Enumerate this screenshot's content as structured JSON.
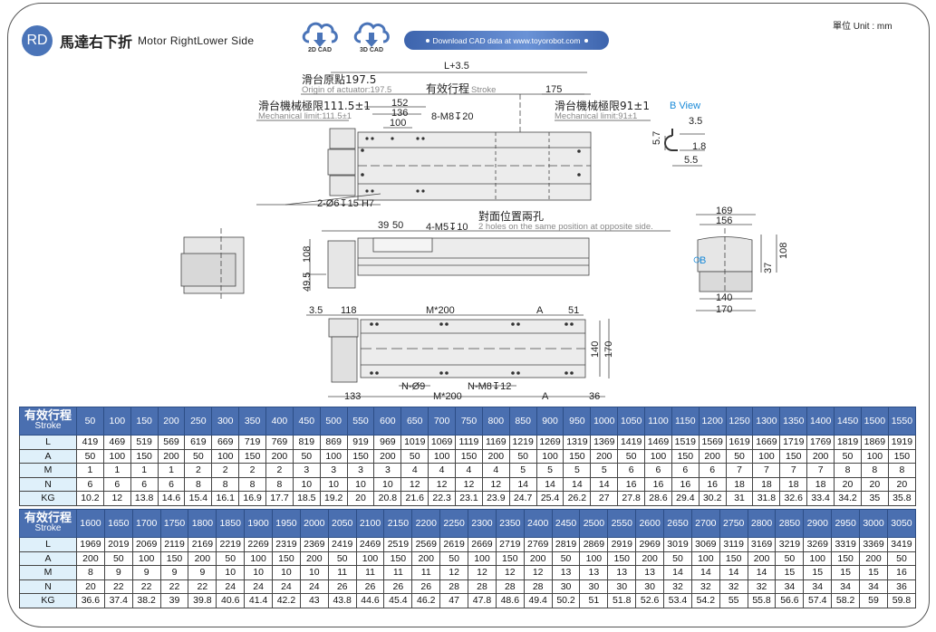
{
  "header": {
    "badge": "RD",
    "title_cn": "馬達右下折",
    "title_en": "Motor RightLower  Side",
    "cad_2d": "2D CAD",
    "cad_3d": "3D CAD",
    "download_text": "Download CAD data at www.toyorobot.com",
    "unit": "單位 Unit : mm",
    "accent_color": "#4a6fb0"
  },
  "drawing": {
    "top_view": {
      "l_total": "L+3.5",
      "origin_cn": "滑台原點197.5",
      "origin_en": "Origin of actuator:197.5",
      "stroke_cn": "有效行程",
      "stroke_en": "Stroke",
      "dim_175": "175",
      "mech_limit_left_cn": "滑台機械極限111.5±1",
      "mech_limit_left_en": "Mechanical limit:111.5±1",
      "mech_limit_right_cn": "滑台機械極限91±1",
      "mech_limit_right_en": "Mechanical limit:91±1",
      "dim_152": "152",
      "dim_136": "136",
      "dim_100": "100",
      "holes_top": "8-M8↧20",
      "pin_holes": "2-Ø6↧15 H7"
    },
    "b_view": {
      "title": "B View",
      "dim_3_5": "3.5",
      "dim_5_7": "5.7",
      "dim_1_8": "1.8",
      "dim_5_5": "5.5"
    },
    "side_view": {
      "dim_39": "39",
      "dim_50": "50",
      "holes": "4-M5↧10",
      "note_cn": "對面位置兩孔",
      "note_en": "2 holes on the same position at opposite side.",
      "dim_108": "108",
      "dim_49_5": "49.5"
    },
    "end_view": {
      "dim_169": "169",
      "dim_156": "156",
      "dim_108": "108",
      "dim_37": "37",
      "dim_140": "140",
      "dim_170": "170",
      "b_marker": "B"
    },
    "bottom_view": {
      "dim_3_5": "3.5",
      "dim_118": "118",
      "m200_top": "M*200",
      "a_top": "A",
      "dim_51": "51",
      "dim_140": "140",
      "dim_170": "170",
      "n_holes": "N-Ø9",
      "n_m8": "N-M8↧12",
      "dim_133": "133",
      "m200_bottom": "M*200",
      "a_bottom": "A",
      "dim_36": "36"
    }
  },
  "table": {
    "row_label_cn": "有效行程",
    "row_label_en": "Stroke",
    "row_labels": [
      "L",
      "A",
      "M",
      "N",
      "KG"
    ],
    "part1": {
      "stroke": [
        "50",
        "100",
        "150",
        "200",
        "250",
        "300",
        "350",
        "400",
        "450",
        "500",
        "550",
        "600",
        "650",
        "700",
        "750",
        "800",
        "850",
        "900",
        "950",
        "1000",
        "1050",
        "1100",
        "1150",
        "1200",
        "1250",
        "1300",
        "1350",
        "1400",
        "1450",
        "1500",
        "1550"
      ],
      "L": [
        "419",
        "469",
        "519",
        "569",
        "619",
        "669",
        "719",
        "769",
        "819",
        "869",
        "919",
        "969",
        "1019",
        "1069",
        "1119",
        "1169",
        "1219",
        "1269",
        "1319",
        "1369",
        "1419",
        "1469",
        "1519",
        "1569",
        "1619",
        "1669",
        "1719",
        "1769",
        "1819",
        "1869",
        "1919"
      ],
      "A": [
        "50",
        "100",
        "150",
        "200",
        "50",
        "100",
        "150",
        "200",
        "50",
        "100",
        "150",
        "200",
        "50",
        "100",
        "150",
        "200",
        "50",
        "100",
        "150",
        "200",
        "50",
        "100",
        "150",
        "200",
        "50",
        "100",
        "150",
        "200",
        "50",
        "100",
        "150"
      ],
      "M": [
        "1",
        "1",
        "1",
        "1",
        "2",
        "2",
        "2",
        "2",
        "3",
        "3",
        "3",
        "3",
        "4",
        "4",
        "4",
        "4",
        "5",
        "5",
        "5",
        "5",
        "6",
        "6",
        "6",
        "6",
        "7",
        "7",
        "7",
        "7",
        "8",
        "8",
        "8"
      ],
      "N": [
        "6",
        "6",
        "6",
        "6",
        "8",
        "8",
        "8",
        "8",
        "10",
        "10",
        "10",
        "10",
        "12",
        "12",
        "12",
        "12",
        "14",
        "14",
        "14",
        "14",
        "16",
        "16",
        "16",
        "16",
        "18",
        "18",
        "18",
        "18",
        "20",
        "20",
        "20"
      ],
      "KG": [
        "10.2",
        "12",
        "13.8",
        "14.6",
        "15.4",
        "16.1",
        "16.9",
        "17.7",
        "18.5",
        "19.2",
        "20",
        "20.8",
        "21.6",
        "22.3",
        "23.1",
        "23.9",
        "24.7",
        "25.4",
        "26.2",
        "27",
        "27.8",
        "28.6",
        "29.4",
        "30.2",
        "31",
        "31.8",
        "32.6",
        "33.4",
        "34.2",
        "35",
        "35.8"
      ]
    },
    "part2": {
      "stroke": [
        "1600",
        "1650",
        "1700",
        "1750",
        "1800",
        "1850",
        "1900",
        "1950",
        "2000",
        "2050",
        "2100",
        "2150",
        "2200",
        "2250",
        "2300",
        "2350",
        "2400",
        "2450",
        "2500",
        "2550",
        "2600",
        "2650",
        "2700",
        "2750",
        "2800",
        "2850",
        "2900",
        "2950",
        "3000",
        "3050"
      ],
      "L": [
        "1969",
        "2019",
        "2069",
        "2119",
        "2169",
        "2219",
        "2269",
        "2319",
        "2369",
        "2419",
        "2469",
        "2519",
        "2569",
        "2619",
        "2669",
        "2719",
        "2769",
        "2819",
        "2869",
        "2919",
        "2969",
        "3019",
        "3069",
        "3119",
        "3169",
        "3219",
        "3269",
        "3319",
        "3369",
        "3419"
      ],
      "A": [
        "200",
        "50",
        "100",
        "150",
        "200",
        "50",
        "100",
        "150",
        "200",
        "50",
        "100",
        "150",
        "200",
        "50",
        "100",
        "150",
        "200",
        "50",
        "100",
        "150",
        "200",
        "50",
        "100",
        "150",
        "200",
        "50",
        "100",
        "150",
        "200",
        "50"
      ],
      "M": [
        "8",
        "9",
        "9",
        "9",
        "9",
        "10",
        "10",
        "10",
        "10",
        "11",
        "11",
        "11",
        "11",
        "12",
        "12",
        "12",
        "12",
        "13",
        "13",
        "13",
        "13",
        "14",
        "14",
        "14",
        "14",
        "15",
        "15",
        "15",
        "15",
        "16"
      ],
      "N": [
        "20",
        "22",
        "22",
        "22",
        "22",
        "24",
        "24",
        "24",
        "24",
        "26",
        "26",
        "26",
        "26",
        "28",
        "28",
        "28",
        "28",
        "30",
        "30",
        "30",
        "30",
        "32",
        "32",
        "32",
        "32",
        "34",
        "34",
        "34",
        "34",
        "36"
      ],
      "KG": [
        "36.6",
        "37.4",
        "38.2",
        "39",
        "39.8",
        "40.6",
        "41.4",
        "42.2",
        "43",
        "43.8",
        "44.6",
        "45.4",
        "46.2",
        "47",
        "47.8",
        "48.6",
        "49.4",
        "50.2",
        "51",
        "51.8",
        "52.6",
        "53.4",
        "54.2",
        "55",
        "55.8",
        "56.6",
        "57.4",
        "58.2",
        "59",
        "59.8"
      ]
    }
  }
}
